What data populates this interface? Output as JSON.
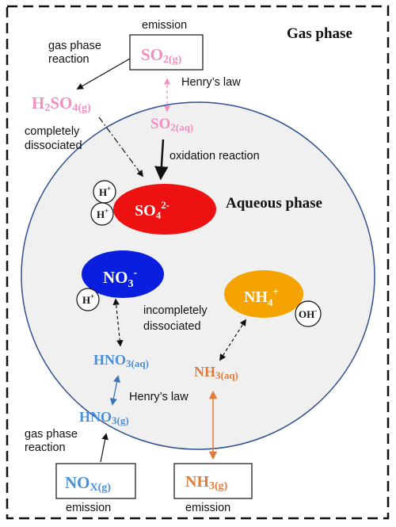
{
  "regions": {
    "gas_phase": "Gas phase",
    "aqueous_phase": "Aqueous phase"
  },
  "labels": {
    "emission_top": "emission",
    "gas_phase_reaction_top": "gas phase\nreaction",
    "henrys_law_top": "Henry’s law",
    "completely_dissociated": "completely\ndissociated",
    "oxidation_reaction": "oxidation reaction",
    "incompletely_dissociated": "incompletely\ndissociated",
    "henrys_law_bottom": "Henry’s law",
    "gas_phase_reaction_bottom": "gas phase\nreaction",
    "emission_bottom_left": "emission",
    "emission_bottom_right": "emission"
  },
  "species": {
    "so2_g": {
      "base": "SO",
      "sub": "2(g)"
    },
    "h2so4_g": {
      "pre": "H",
      "pre_sub": "2",
      "base": "SO",
      "sub": "4(g)"
    },
    "so2_aq": {
      "base": "SO",
      "sub": "2(aq)"
    },
    "so4": {
      "base": "SO",
      "sub": "4",
      "sup": "2-"
    },
    "no3": {
      "base": "NO",
      "sub": "3",
      "sup": "-"
    },
    "nh4": {
      "base": "NH",
      "sub": "4",
      "sup": "+"
    },
    "hno3_aq": {
      "base": "HNO",
      "sub": "3(aq)"
    },
    "nh3_aq": {
      "base": "NH",
      "sub": "3(aq)"
    },
    "hno3_g": {
      "base": "HNO",
      "sub": "3(g)"
    },
    "nox_g": {
      "base": "NO",
      "sub": "X(g)"
    },
    "nh3_g": {
      "base": "NH",
      "sub": "3(g)"
    }
  },
  "ions": {
    "h_plus_1": {
      "base": "H",
      "sup": "+"
    },
    "h_plus_2": {
      "base": "H",
      "sup": "+"
    },
    "h_plus_3": {
      "base": "H",
      "sup": "+"
    },
    "oh_minus": {
      "base": "OH",
      "sup": "-"
    }
  },
  "colors": {
    "sulfur_pink": "#f08fc0",
    "nitrate_blue": "#4a90d9",
    "ammonia_orange": "#e07b39",
    "so4_fill": "#ee1111",
    "no3_fill": "#0a1ee0",
    "nh4_fill": "#f5a300",
    "droplet_fill": "#f0f0f0",
    "droplet_stroke": "#2f4f8f"
  }
}
